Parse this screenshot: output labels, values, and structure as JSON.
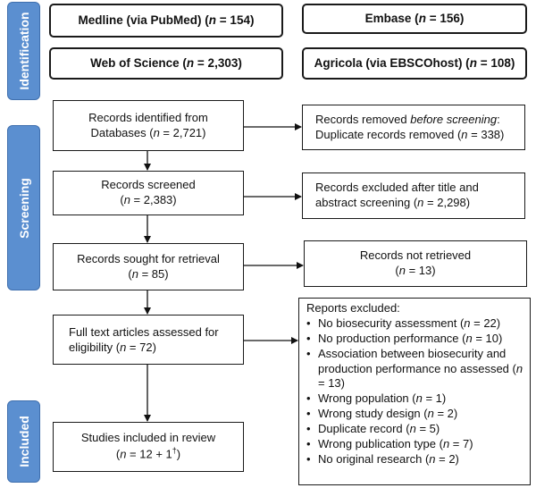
{
  "stages": {
    "identification": "Identification",
    "screening": "Screening",
    "included": "Included"
  },
  "databases": {
    "medline": {
      "name": "Medline (via PubMed) (",
      "n_label": "n",
      "n_value": " = 154)"
    },
    "embase": {
      "name": "Embase (",
      "n_label": "n",
      "n_value": " = 156)"
    },
    "wos": {
      "name": "Web of Science (",
      "n_label": "n",
      "n_value": " = 2,303)"
    },
    "agricola": {
      "name": "Agricola (via EBSCOhost) (",
      "n_label": "n",
      "n_value": " = 108)"
    }
  },
  "identified": {
    "line1": "Records identified from",
    "line2_pre": "Databases (",
    "n_label": "n",
    "line2_post": " = 2,721)"
  },
  "removed": {
    "line1_pre": "Records removed ",
    "line1_ital": "before screening",
    "line1_post": ":",
    "line2_pre": "Duplicate records removed (",
    "n_label": "n",
    "line2_post": " = 338)"
  },
  "screened": {
    "line1": "Records screened",
    "line2_pre": "(",
    "n_label": "n",
    "line2_post": " = 2,383)"
  },
  "excluded_ta": {
    "line1": "Records excluded after title and",
    "line2_pre": "abstract screening (",
    "n_label": "n",
    "line2_post": " = 2,298)"
  },
  "sought": {
    "line1": "Records sought for retrieval",
    "line2_pre": "(",
    "n_label": "n",
    "line2_post": " = 85)"
  },
  "not_retrieved": {
    "line1": "Records not retrieved",
    "line2_pre": "(",
    "n_label": "n",
    "line2_post": " = 13)"
  },
  "fulltext": {
    "line1": "Full text articles assessed for",
    "line2_pre": "eligibility (",
    "n_label": "n",
    "line2_post": " = 72)"
  },
  "reports_excluded": {
    "title": "Reports excluded:",
    "items": [
      {
        "pre": "No biosecurity assessment (",
        "n": "n",
        "post": " = 22)"
      },
      {
        "pre": "No production performance (",
        "n": "n",
        "post": " = 10)"
      },
      {
        "pre": "Association between biosecurity and production performance no assessed (",
        "n": "n",
        "post": " = 13)"
      },
      {
        "pre": "Wrong population (",
        "n": "n",
        "post": " = 1)"
      },
      {
        "pre": "Wrong study design (",
        "n": "n",
        "post": " = 2)"
      },
      {
        "pre": "Duplicate record (",
        "n": "n",
        "post": " = 5)"
      },
      {
        "pre": "Wrong publication type (",
        "n": "n",
        "post": " = 7)"
      },
      {
        "pre": "No original research (",
        "n": "n",
        "post": " = 2)"
      }
    ]
  },
  "included": {
    "line1": "Studies included in review",
    "line2_pre": "(",
    "n_label": "n",
    "line2_mid": " = 12 + 1",
    "dagger": "†",
    "line2_post": ")"
  }
}
